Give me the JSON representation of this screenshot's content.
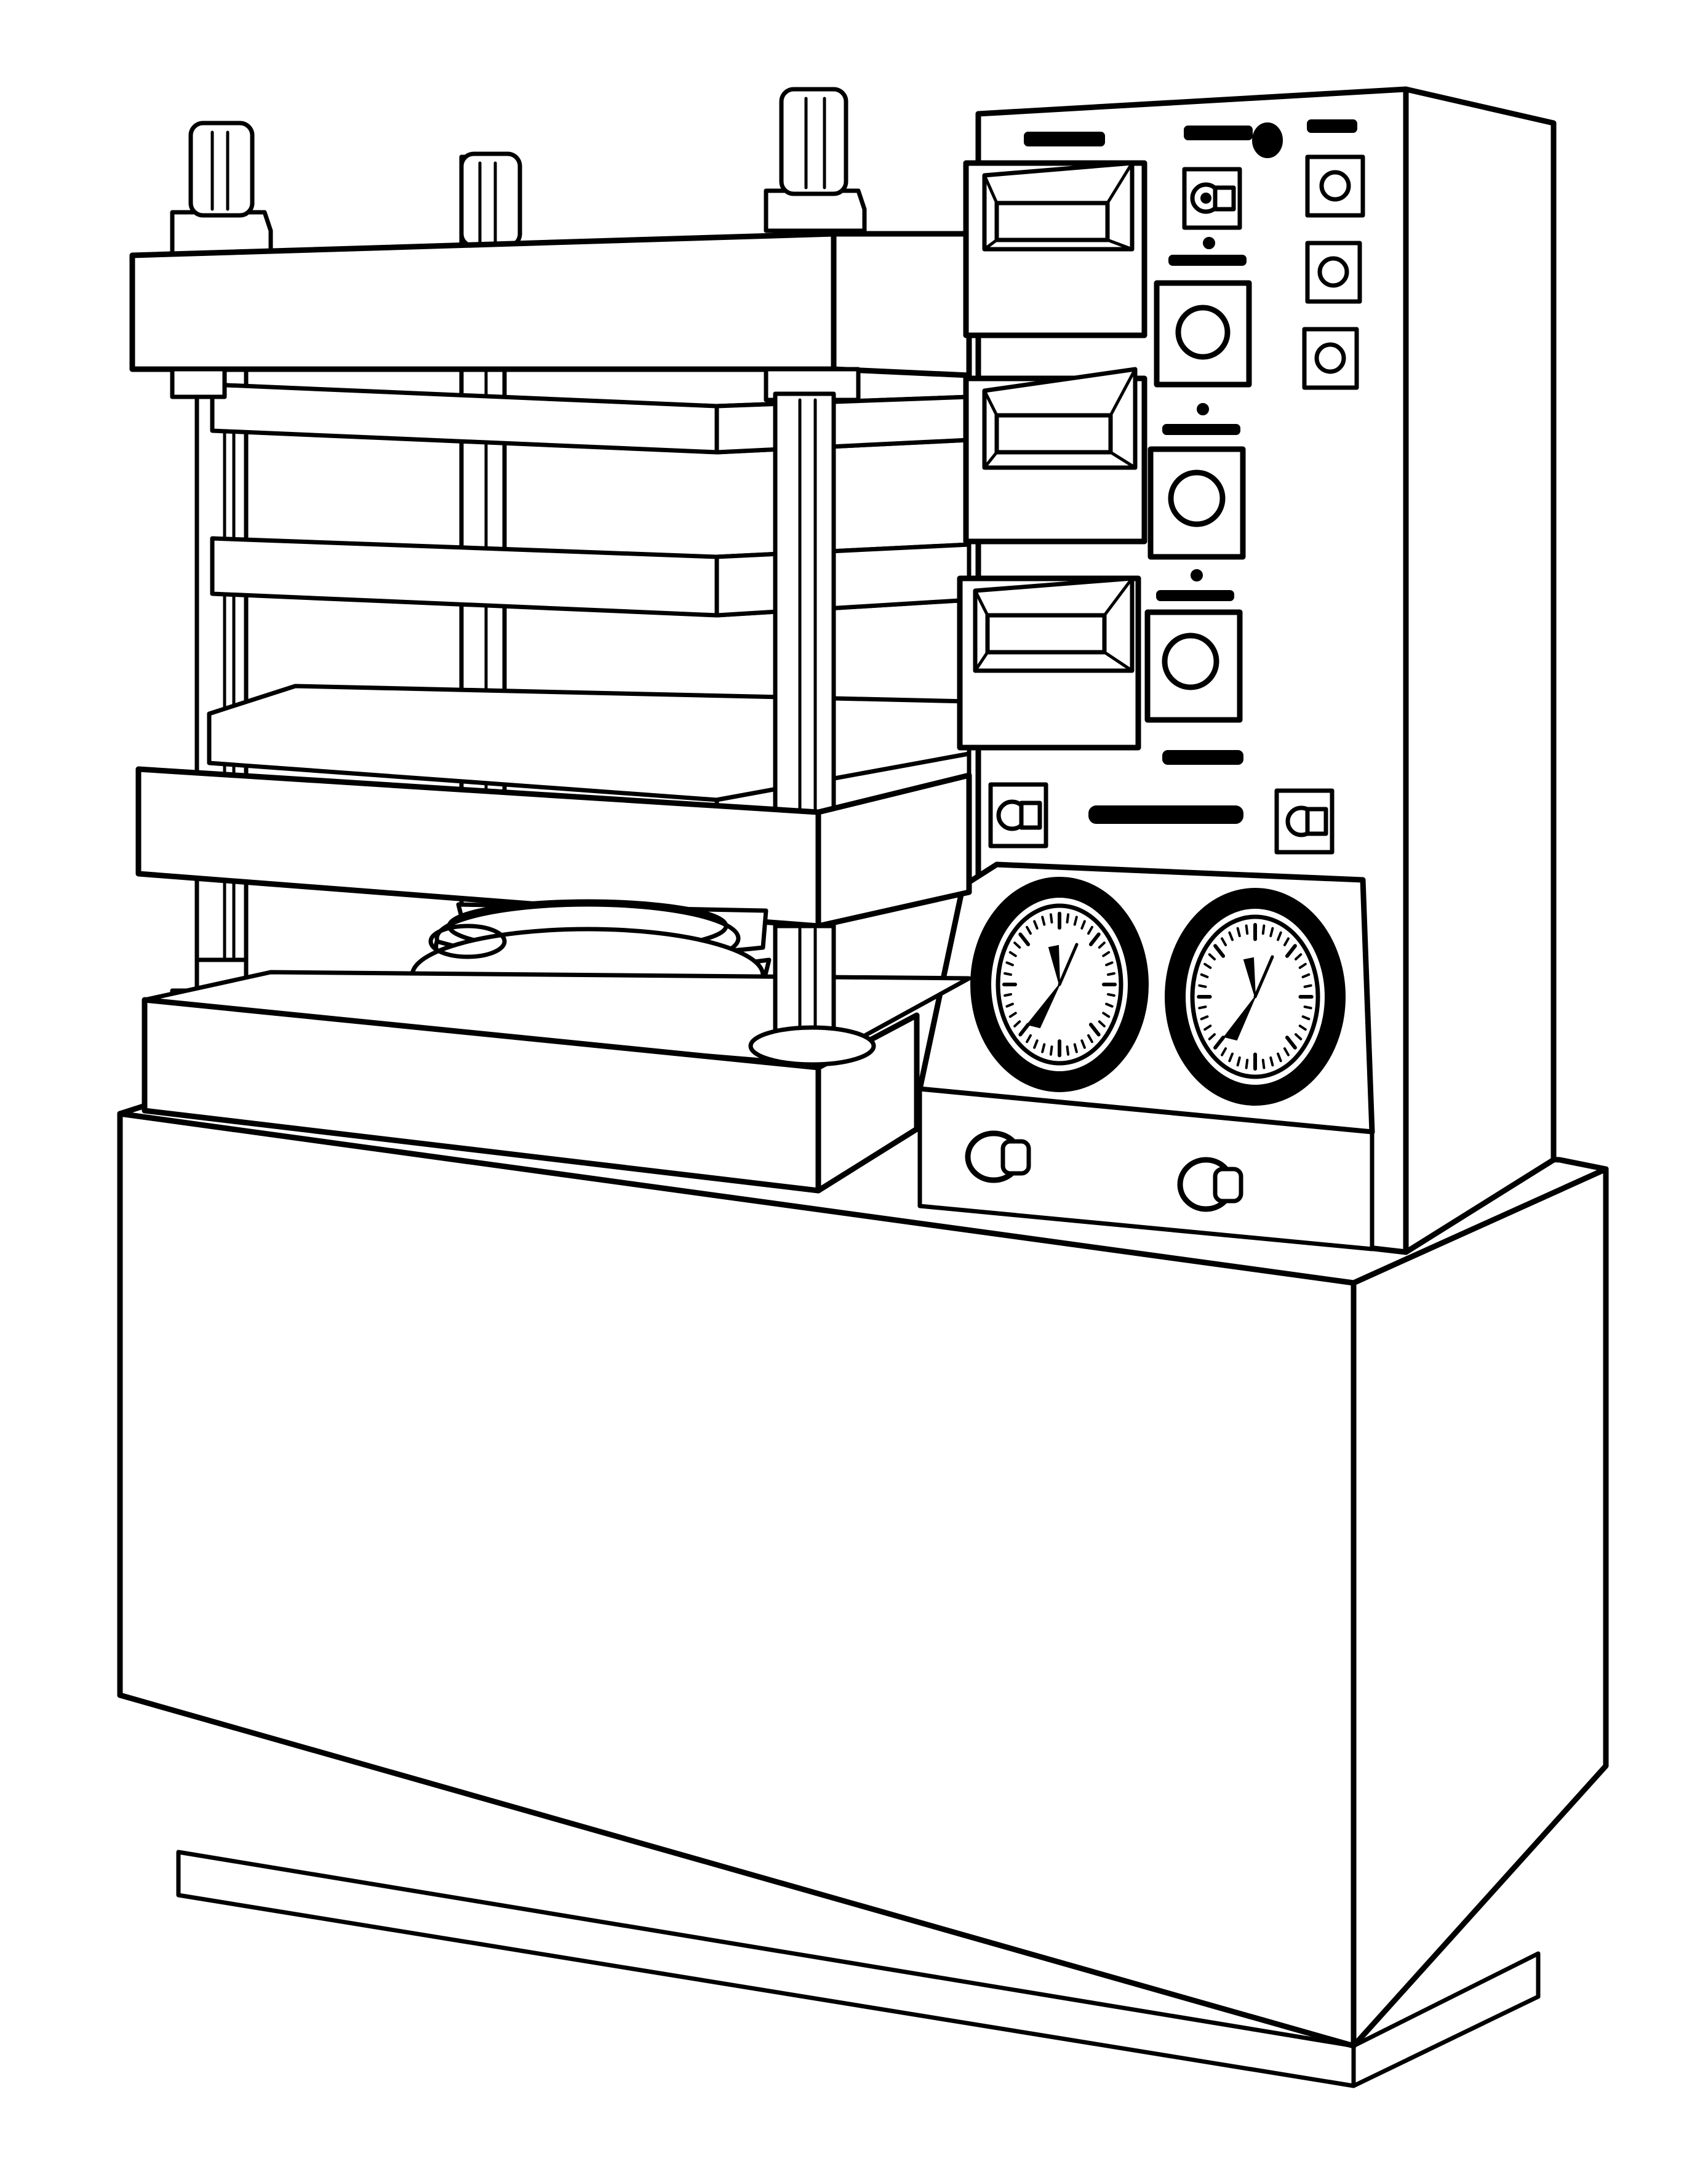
{
  "colors": {
    "line": "#000000",
    "background": "#ffffff"
  },
  "gauges": [
    {
      "name": "left-pressure-gauge",
      "ticks": 40
    },
    {
      "name": "right-pressure-gauge",
      "ticks": 40
    }
  ]
}
